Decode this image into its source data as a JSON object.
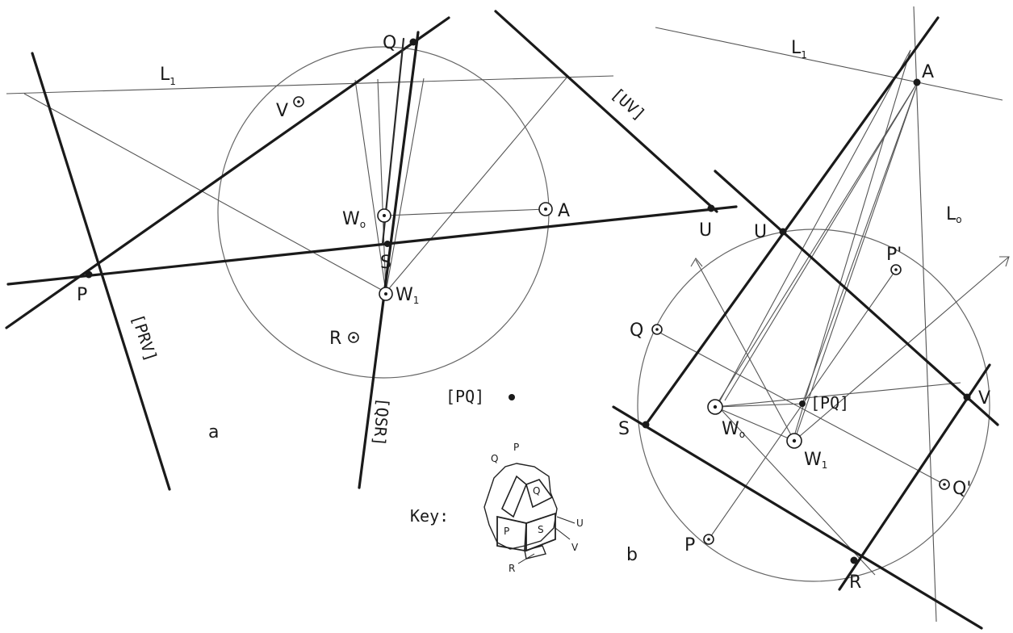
{
  "panel_a": {
    "label": "a",
    "points": {
      "Q": "Q",
      "P": "P",
      "U": "U",
      "S": "S",
      "A": "A",
      "V": "V",
      "R": "R",
      "W0": "W",
      "W1": "W",
      "W0_sub": "o",
      "W1_sub": "1"
    },
    "lines": {
      "L1": "L",
      "L1_sub": "1",
      "UV": "[UV]",
      "PRV": "[PRV]",
      "QSR": "[QSR]"
    },
    "pq": "[PQ]"
  },
  "panel_b": {
    "label": "b",
    "points": {
      "A": "A",
      "U": "U",
      "V": "V",
      "S": "S",
      "R": "R",
      "Q": "Q",
      "P": "P",
      "Pp": "P'",
      "Qp": "Q'",
      "W0": "W",
      "W1": "W",
      "W0_sub": "o",
      "W1_sub": "1"
    },
    "lines": {
      "L1": "L",
      "L1_sub": "1",
      "L0": "L",
      "L0_sub": "o"
    },
    "pq": "[PQ]"
  },
  "key": {
    "label": "Key:",
    "faces": {
      "Q": "Q",
      "P": "P",
      "Q2": "Q",
      "Pf": "P",
      "S": "S",
      "U": "U",
      "V": "V",
      "R": "R"
    }
  }
}
